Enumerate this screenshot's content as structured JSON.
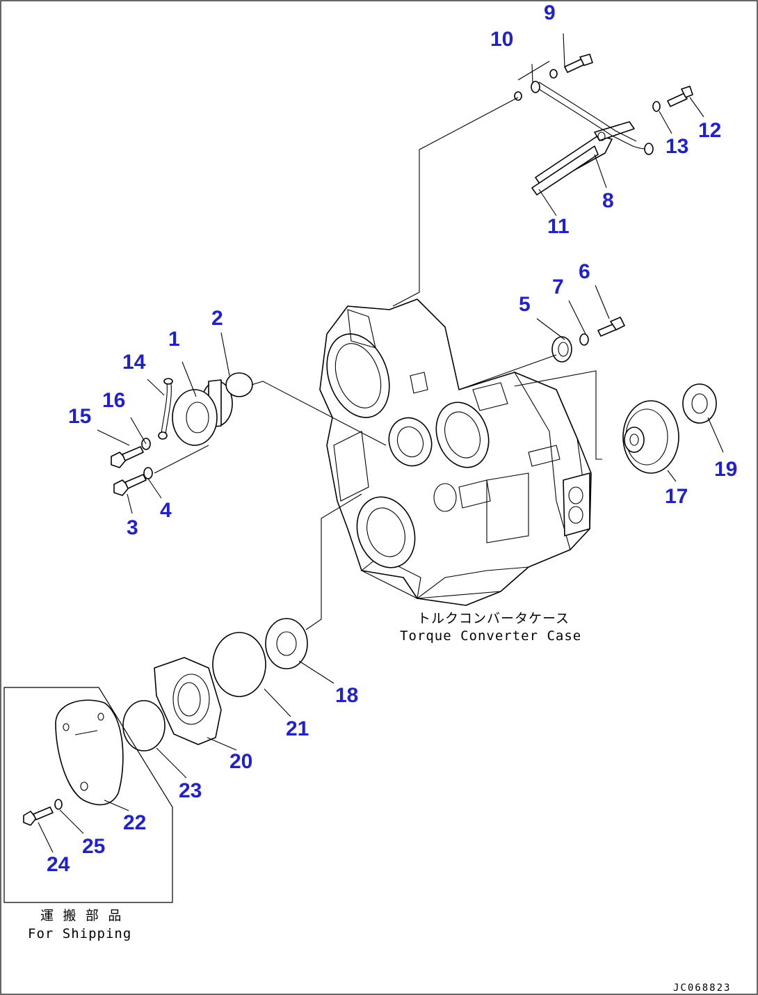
{
  "labels": {
    "p1": "1",
    "p2": "2",
    "p3": "3",
    "p4": "4",
    "p5": "5",
    "p6": "6",
    "p7": "7",
    "p8": "8",
    "p9": "9",
    "p10": "10",
    "p11": "11",
    "p12": "12",
    "p13": "13",
    "p14": "14",
    "p15": "15",
    "p16": "16",
    "p17": "17",
    "p18": "18",
    "p19": "19",
    "p20": "20",
    "p21": "21",
    "p22": "22",
    "p23": "23",
    "p24": "24",
    "p25": "25"
  },
  "captions": {
    "case_jp": "トルクコンバータケース",
    "case_en": "Torque Converter Case",
    "shipping_jp": "運 搬 部 品",
    "shipping_en": "For Shipping"
  },
  "drawing_code": "JC068823",
  "colors": {
    "label": "#1f1fd6",
    "line": "#000000",
    "background": "#ffffff"
  }
}
